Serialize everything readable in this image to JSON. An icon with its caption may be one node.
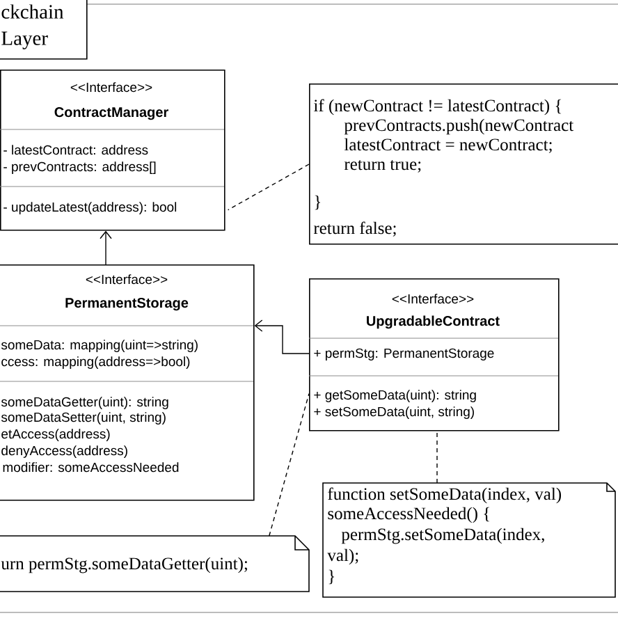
{
  "diagram": {
    "nodes": [
      {
        "text": [
          "ckchain Layer"
        ]
      },
      {
        "text": [
          "<<Interface>>",
          "ContractManager",
          "- latestContract: address",
          "- prevContracts: address[]",
          "- updateLatest(address): bool"
        ]
      },
      {
        "text": [
          "if (newContract != latestContract) {",
          "prevContracts.push(newContract",
          "latestContract = newContract;",
          "return true;",
          "}",
          "return false;"
        ]
      },
      {
        "text": [
          "<<Interface>>",
          "PermanentStorage",
          "someData: mapping(uint=>string)",
          "ccess: mapping(address=>bool)",
          "someDataGetter(uint): string",
          "someDataSetter(uint, string)",
          "etAccess(address)",
          "denyAccess(address)",
          "modifier: someAccessNeeded"
        ]
      },
      {
        "text": [
          "<<Interface>>",
          "UpgradableContract",
          "+ permStg: PermanentStorage",
          "+ getSomeData(uint): string",
          "+ setSomeData(uint, string)"
        ]
      },
      {
        "text": [
          "function setSomeData(index, val)",
          "someAccessNeeded() {",
          "permStg.setSomeData(index,",
          "val);",
          "}"
        ]
      },
      {
        "text": [
          "urn permStg.someDataGetter(uint);"
        ]
      }
    ],
    "edges": [
      {
        "from": 3,
        "to": 1,
        "arrow": "to"
      },
      {
        "from": 2,
        "to": 1,
        "arrow": "none",
        "style": "dashed"
      },
      {
        "from": 4,
        "to": 3,
        "arrow": "to"
      },
      {
        "from": 5,
        "to": 4,
        "arrow": "none",
        "style": "dashed"
      },
      {
        "from": 6,
        "to": 4,
        "arrow": "none",
        "style": "dashed"
      }
    ]
  }
}
